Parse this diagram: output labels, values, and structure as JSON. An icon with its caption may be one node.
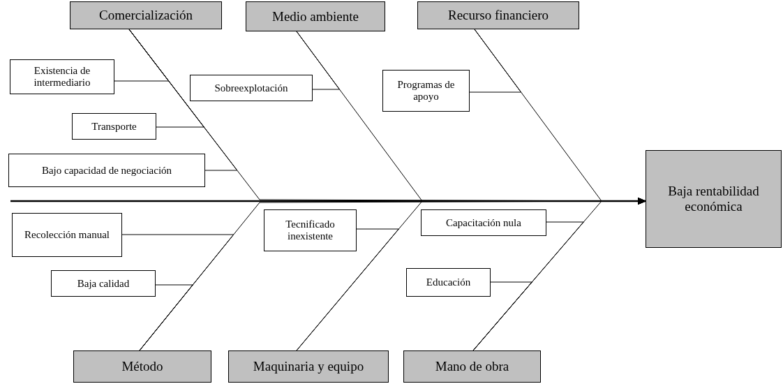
{
  "diagram": {
    "nodes": [
      {
        "text": [
          "Comercialización"
        ]
      },
      {
        "text": [
          "Medio ambiente"
        ]
      },
      {
        "text": [
          "Recurso financiero"
        ]
      },
      {
        "text": [
          "Existencia de intermediario"
        ]
      },
      {
        "text": [
          "Sobreexplotación"
        ]
      },
      {
        "text": [
          "Programas de apoyo"
        ]
      },
      {
        "text": [
          "Transporte"
        ]
      },
      {
        "text": [
          "Bajo capacidad de negociación"
        ]
      },
      {
        "text": [
          "Baja rentabilidad económica"
        ]
      },
      {
        "text": [
          "Recolección manual"
        ]
      },
      {
        "text": [
          "Tecnificado inexistente"
        ]
      },
      {
        "text": [
          "Capacitación nula"
        ]
      },
      {
        "text": [
          "Baja calidad"
        ]
      },
      {
        "text": [
          "Educación"
        ]
      },
      {
        "text": [
          "Método"
        ]
      },
      {
        "text": [
          "Maquinaria y equipo"
        ]
      },
      {
        "text": [
          "Mano de obra"
        ]
      }
    ],
    "edges": [
      {
        "from": null,
        "to": 8,
        "arrow": "to"
      },
      {
        "from": 0,
        "to": 8,
        "arrow": "to"
      },
      {
        "from": 1,
        "to": 8,
        "arrow": "to"
      },
      {
        "from": 2,
        "to": 8,
        "arrow": "to"
      },
      {
        "from": 14,
        "to": 8,
        "arrow": "to"
      },
      {
        "from": 15,
        "to": 8,
        "arrow": "to"
      },
      {
        "from": 16,
        "to": 8,
        "arrow": "to"
      },
      {
        "from": 3,
        "to": 0,
        "arrow": "none"
      },
      {
        "from": 6,
        "to": 0,
        "arrow": "none"
      },
      {
        "from": 7,
        "to": 0,
        "arrow": "none"
      },
      {
        "from": 4,
        "to": 1,
        "arrow": "none"
      },
      {
        "from": 5,
        "to": 2,
        "arrow": "none"
      },
      {
        "from": 9,
        "to": 14,
        "arrow": "none"
      },
      {
        "from": 12,
        "to": 14,
        "arrow": "none"
      },
      {
        "from": 10,
        "to": 15,
        "arrow": "none"
      },
      {
        "from": 11,
        "to": 16,
        "arrow": "none"
      },
      {
        "from": 13,
        "to": 16,
        "arrow": "none"
      }
    ]
  }
}
